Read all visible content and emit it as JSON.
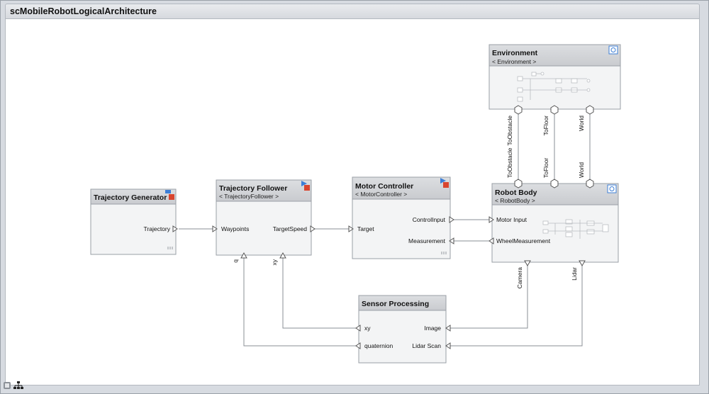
{
  "window": {
    "title": "scMobileRobotLogicalArchitecture"
  },
  "blocks": {
    "trajectory_generator": {
      "title": "Trajectory Generator"
    },
    "trajectory_follower": {
      "title": "Trajectory Follower",
      "subtitle": "< TrajectoryFollower >"
    },
    "motor_controller": {
      "title": "Motor Controller",
      "subtitle": "< MotorController >"
    },
    "environment": {
      "title": "Environment",
      "subtitle": "< Environment >"
    },
    "robot_body": {
      "title": "Robot Body",
      "subtitle": "< RobotBody >"
    },
    "sensor_processing": {
      "title": "Sensor Processing"
    }
  },
  "ports": {
    "tg_trajectory": "Trajectory",
    "tf_waypoints": "Waypoints",
    "tf_targetspeed": "TargetSpeed",
    "tf_q": "q",
    "tf_xy": "xy",
    "mc_target": "Target",
    "mc_controlinput": "ControlInput",
    "mc_measurement": "Measurement",
    "env_toobstacle": "ToObstacle",
    "env_tofloor": "ToFloor",
    "env_world": "World",
    "rb_toobstacle": "ToObstacle",
    "rb_tofloor": "ToFloor",
    "rb_world": "World",
    "rb_motorinput": "Motor Input",
    "rb_wheelmeasurement": "WheelMeasurement",
    "rb_camera": "Camera",
    "rb_lidar": "Lidar",
    "sp_xy": "xy",
    "sp_quaternion": "quaternion",
    "sp_image": "Image",
    "sp_lidarscan": "Lidar Scan"
  },
  "icons": {
    "status_left": "model-browser-icon",
    "status_right": "hierarchy-icon"
  },
  "colors": {
    "block_header": "#d2d4d7",
    "block_body": "#f3f4f5",
    "connector": "#8a8f96",
    "badge_blue": "#3d7fd6",
    "badge_red": "#d9452f"
  }
}
